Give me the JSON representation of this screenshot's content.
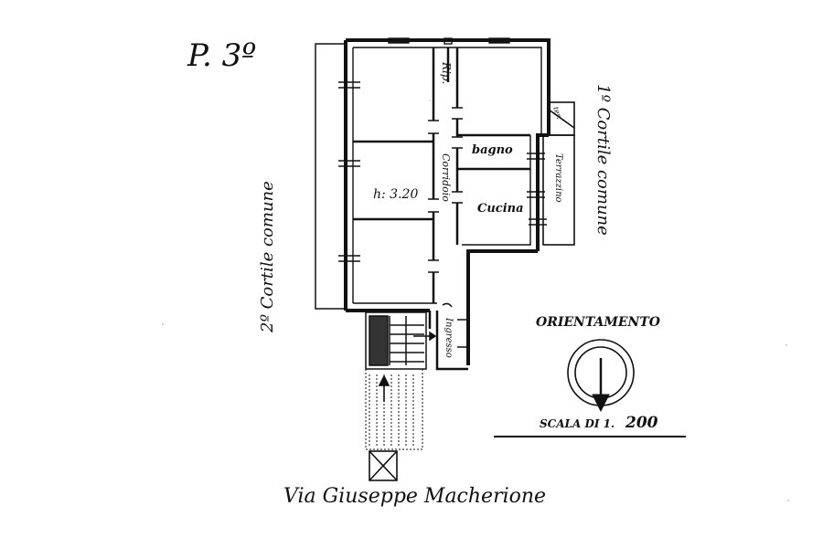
{
  "floor_label": "P. 3º",
  "rooms": {
    "rip": "Rip.",
    "bagno": "bagno",
    "height": "h: 3.20",
    "cucina": "Cucina",
    "corridoio": "Corridoio",
    "ingresso": "Ingresso",
    "terrazzino": "Terrazzino",
    "small": "ter."
  },
  "courtyards": {
    "first": "1º Cortile comune",
    "second": "2º Cortile comune"
  },
  "street": "Via Giuseppe Macherione",
  "orientation": {
    "label": "ORIENTAMENTO"
  },
  "scale": {
    "prefix": "SCALA DI 1.",
    "value": "200"
  }
}
